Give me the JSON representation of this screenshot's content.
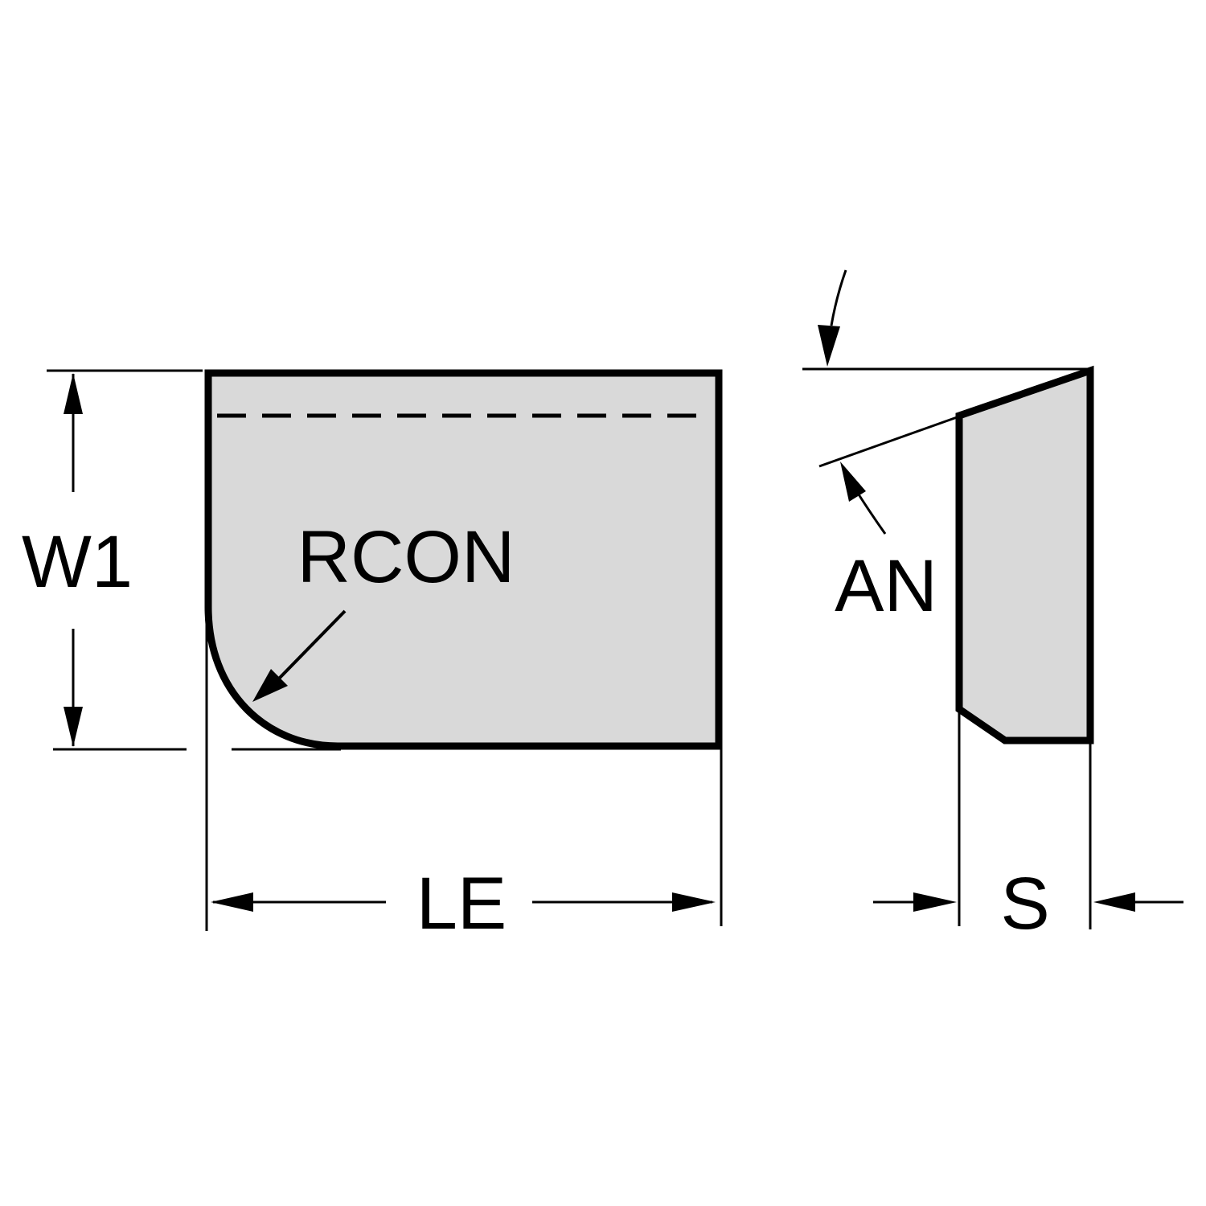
{
  "labels": {
    "w1": "W1",
    "rcon": "RCON",
    "le": "LE",
    "an": "AN",
    "s": "S"
  },
  "colors": {
    "insert_fill": "#d9d9d9",
    "line": "#000000",
    "background": "#ffffff"
  }
}
